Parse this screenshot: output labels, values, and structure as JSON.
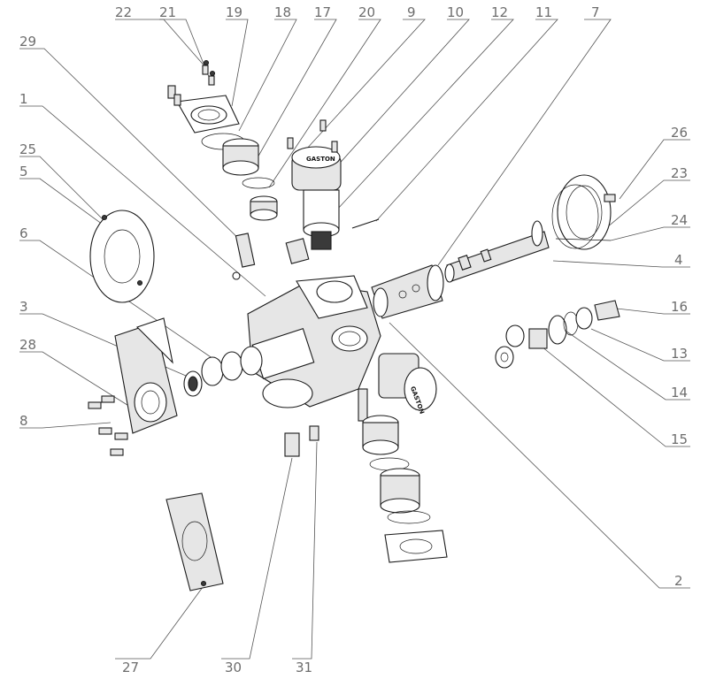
{
  "diagram": {
    "brand_label_top": "GASTON",
    "brand_label_bottom": "GASTON",
    "callouts": [
      {
        "id": "c22",
        "label": "22"
      },
      {
        "id": "c21",
        "label": "21"
      },
      {
        "id": "c19",
        "label": "19"
      },
      {
        "id": "c18",
        "label": "18"
      },
      {
        "id": "c17",
        "label": "17"
      },
      {
        "id": "c20",
        "label": "20"
      },
      {
        "id": "c9",
        "label": "9"
      },
      {
        "id": "c10",
        "label": "10"
      },
      {
        "id": "c12",
        "label": "12"
      },
      {
        "id": "c11",
        "label": "11"
      },
      {
        "id": "c7",
        "label": "7"
      },
      {
        "id": "c29",
        "label": "29"
      },
      {
        "id": "c1",
        "label": "1"
      },
      {
        "id": "c25",
        "label": "25"
      },
      {
        "id": "c5",
        "label": "5"
      },
      {
        "id": "c6",
        "label": "6"
      },
      {
        "id": "c3",
        "label": "3"
      },
      {
        "id": "c28",
        "label": "28"
      },
      {
        "id": "c8",
        "label": "8"
      },
      {
        "id": "c26",
        "label": "26"
      },
      {
        "id": "c23",
        "label": "23"
      },
      {
        "id": "c24",
        "label": "24"
      },
      {
        "id": "c4",
        "label": "4"
      },
      {
        "id": "c16",
        "label": "16"
      },
      {
        "id": "c13",
        "label": "13"
      },
      {
        "id": "c14",
        "label": "14"
      },
      {
        "id": "c15",
        "label": "15"
      },
      {
        "id": "c2",
        "label": "2"
      },
      {
        "id": "c27",
        "label": "27"
      },
      {
        "id": "c30",
        "label": "30"
      },
      {
        "id": "c31",
        "label": "31"
      }
    ]
  }
}
